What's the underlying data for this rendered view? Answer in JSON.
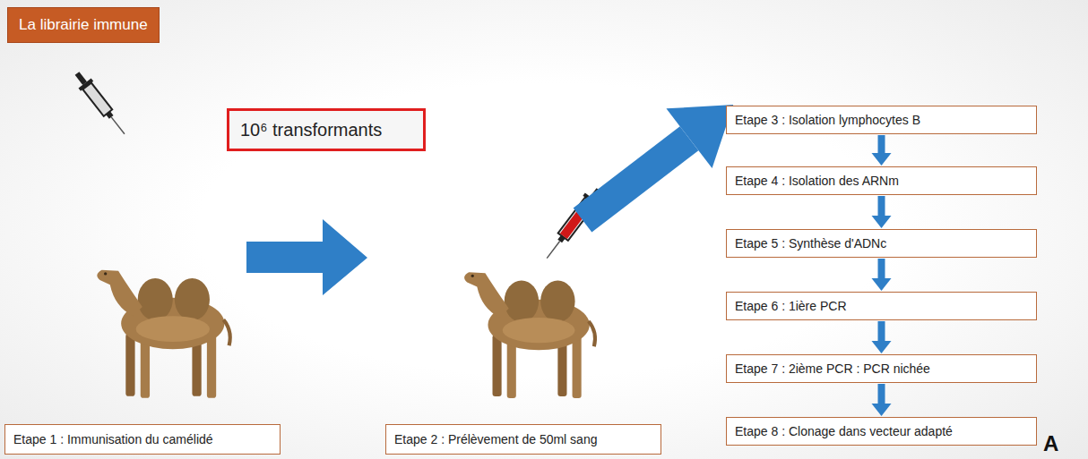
{
  "diagram": {
    "title": "La librairie immune",
    "nodes": [
      {
        "text": [
          "10⁶ transformants"
        ]
      },
      {
        "text": [
          "Etape 1 : Immunisation du camélidé"
        ]
      },
      {
        "text": [
          "Etape 2 : Prélèvement de 50ml sang"
        ]
      },
      {
        "text": [
          "Etape 3 : Isolation lymphocytes B"
        ]
      },
      {
        "text": [
          "Etape 4 : Isolation des ARNm"
        ]
      },
      {
        "text": [
          "Etape 5 : Synthèse d'ADNc"
        ]
      },
      {
        "text": [
          "Etape 6 : 1ière PCR"
        ]
      },
      {
        "text": [
          "Etape 7 : 2ième PCR : PCR nichée"
        ]
      },
      {
        "text": [
          "Etape 8 : Clonage dans vecteur adapté"
        ]
      }
    ],
    "edges": [
      {
        "from": 3,
        "to": 4,
        "arrow": "to"
      },
      {
        "from": 4,
        "to": 5,
        "arrow": "to"
      },
      {
        "from": 5,
        "to": 6,
        "arrow": "to"
      },
      {
        "from": 6,
        "to": 7,
        "arrow": "to"
      },
      {
        "from": 7,
        "to": 8,
        "arrow": "to"
      }
    ],
    "labels": [
      "A"
    ]
  }
}
